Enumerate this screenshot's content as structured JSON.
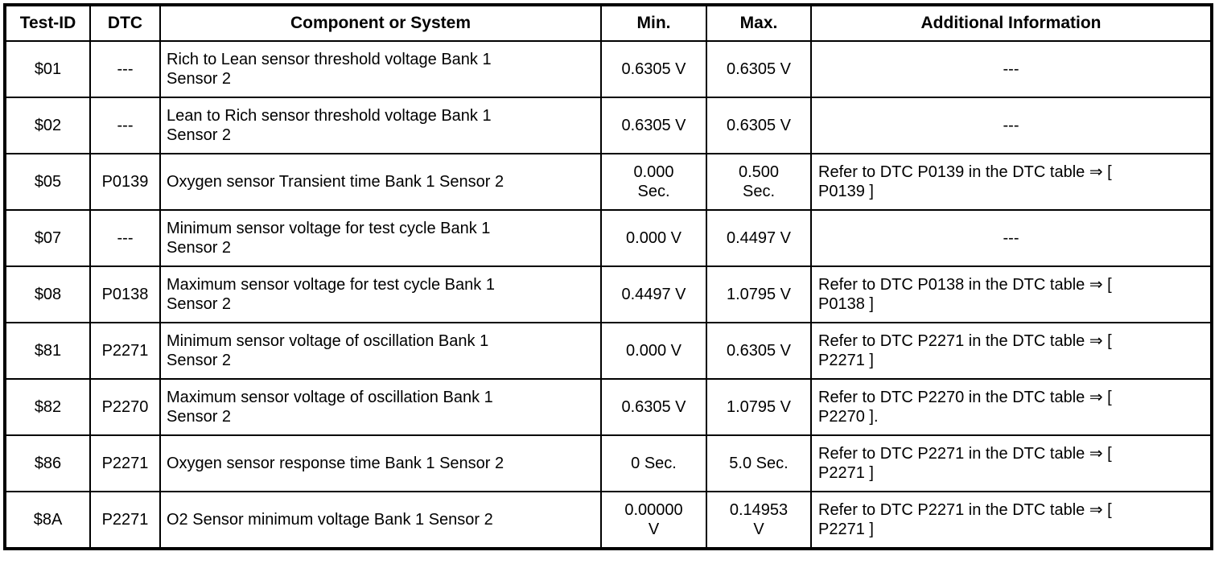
{
  "table": {
    "columns": [
      {
        "key": "test_id",
        "label": "Test-ID"
      },
      {
        "key": "dtc",
        "label": "DTC"
      },
      {
        "key": "component",
        "label": "Component or System"
      },
      {
        "key": "min",
        "label": "Min."
      },
      {
        "key": "max",
        "label": "Max."
      },
      {
        "key": "additional",
        "label": "Additional Information"
      }
    ],
    "rows": [
      {
        "test_id": "$01",
        "dtc": "---",
        "component": "Rich to Lean sensor threshold voltage Bank 1\nSensor 2",
        "min": "0.6305 V",
        "max": "0.6305 V",
        "additional": "---"
      },
      {
        "test_id": "$02",
        "dtc": "---",
        "component": "Lean to Rich sensor threshold voltage Bank 1\nSensor 2",
        "min": "0.6305 V",
        "max": "0.6305 V",
        "additional": "---"
      },
      {
        "test_id": "$05",
        "dtc": "P0139",
        "component": "Oxygen sensor Transient time Bank 1 Sensor 2",
        "min": "0.000\nSec.",
        "max": "0.500\nSec.",
        "additional": "Refer to DTC P0139 in the DTC table ⇒ [\nP0139 ]"
      },
      {
        "test_id": "$07",
        "dtc": "---",
        "component": "Minimum sensor voltage for test cycle Bank 1\nSensor 2",
        "min": "0.000 V",
        "max": "0.4497 V",
        "additional": "---"
      },
      {
        "test_id": "$08",
        "dtc": "P0138",
        "component": "Maximum sensor voltage for test cycle Bank 1\nSensor 2",
        "min": "0.4497 V",
        "max": "1.0795 V",
        "additional": "Refer to DTC P0138 in the DTC table ⇒ [\nP0138 ]"
      },
      {
        "test_id": "$81",
        "dtc": "P2271",
        "component": "Minimum sensor voltage of oscillation Bank 1\nSensor 2",
        "min": "0.000 V",
        "max": "0.6305 V",
        "additional": "Refer to DTC P2271 in the DTC table ⇒ [\nP2271 ]"
      },
      {
        "test_id": "$82",
        "dtc": "P2270",
        "component": "Maximum sensor voltage of oscillation Bank 1\nSensor 2",
        "min": "0.6305 V",
        "max": "1.0795 V",
        "additional": "Refer to DTC P2270 in the DTC table ⇒ [\nP2270 ]."
      },
      {
        "test_id": "$86",
        "dtc": "P2271",
        "component": "Oxygen sensor response time Bank 1 Sensor 2",
        "min": "0 Sec.",
        "max": "5.0 Sec.",
        "additional": "Refer to DTC P2271 in the DTC table ⇒ [\nP2271 ]"
      },
      {
        "test_id": "$8A",
        "dtc": "P2271",
        "component": "O2 Sensor minimum voltage Bank 1 Sensor 2",
        "min": "0.00000\nV",
        "max": "0.14953\nV",
        "additional": "Refer to DTC P2271 in the DTC table ⇒ [\nP2271 ]"
      }
    ]
  },
  "colors": {
    "border": "#000000",
    "text": "#000000",
    "background": "#ffffff"
  }
}
